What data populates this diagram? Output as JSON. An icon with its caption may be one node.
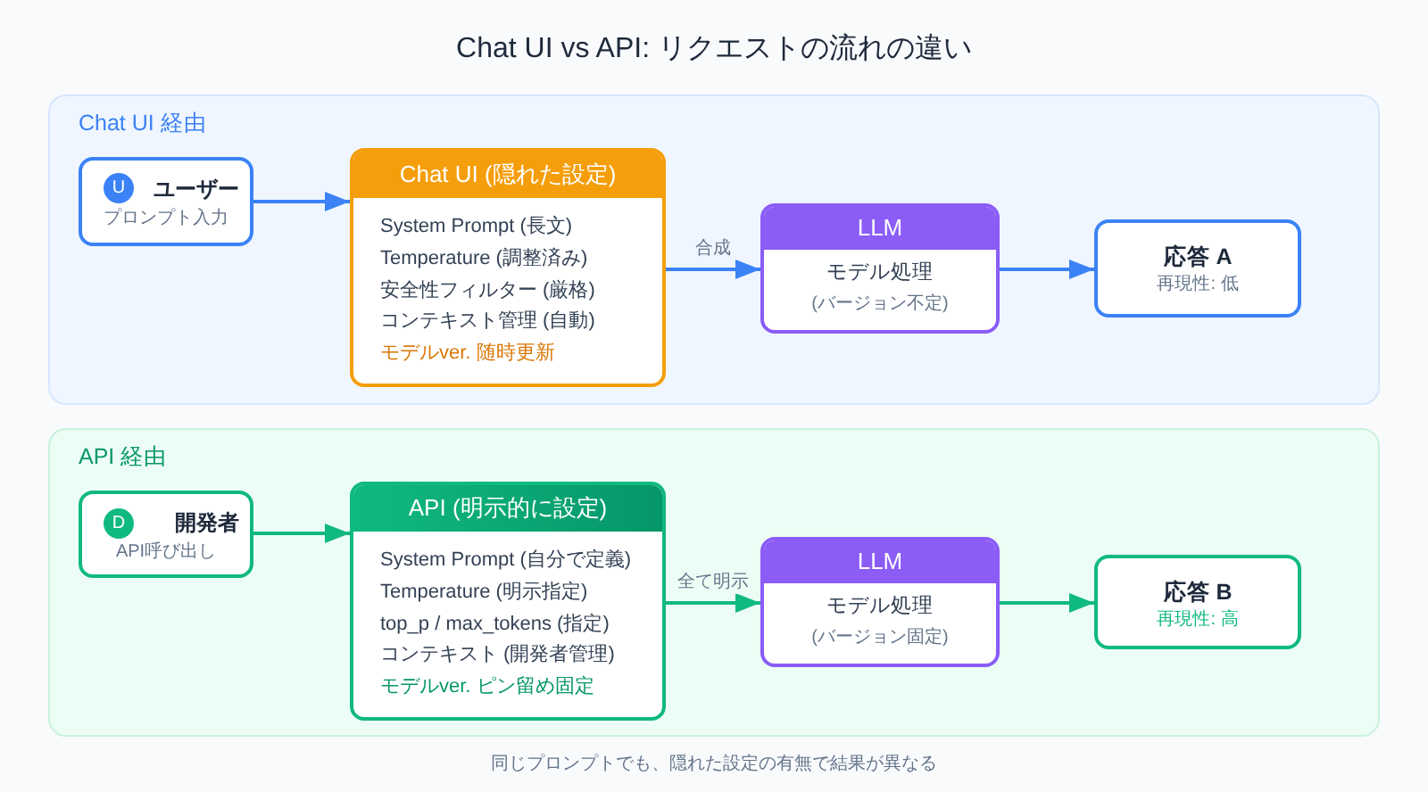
{
  "diagram": {
    "title": "Chat UI vs API: リクエストの流れの違い",
    "nodes": [
      {
        "text": [
          "Chat UI 経由"
        ]
      },
      {
        "text": [
          "ユーザー",
          "プロンプト入力"
        ],
        "in": 0
      },
      {
        "text": [
          "U"
        ],
        "in": 1
      },
      {
        "text": [
          "Chat UI (隠れた設定)",
          "System Prompt (長文)",
          "Temperature (調整済み)",
          "安全性フィルター (厳格)",
          "コンテキスト管理 (自動)",
          "モデルver. 随時更新"
        ],
        "in": 0
      },
      {
        "text": [
          "LLM",
          "モデル処理",
          "(バージョン不定)"
        ],
        "in": 0
      },
      {
        "text": [
          "応答 A",
          "再現性: 低"
        ],
        "in": 0
      },
      {
        "text": [
          "API 経由"
        ]
      },
      {
        "text": [
          "開発者",
          "API呼び出し"
        ],
        "in": 6
      },
      {
        "text": [
          "D"
        ],
        "in": 7
      },
      {
        "text": [
          "API (明示的に設定)",
          "System Prompt (自分で定義)",
          "Temperature (明示指定)",
          "top_p / max_tokens (指定)",
          "コンテキスト (開発者管理)",
          "モデルver. ピン留め固定"
        ],
        "in": 6
      },
      {
        "text": [
          "LLM",
          "モデル処理",
          "(バージョン固定)"
        ],
        "in": 6
      },
      {
        "text": [
          "応答 B",
          "再現性: 高"
        ],
        "in": 6
      }
    ],
    "edges": [
      {
        "from": 1,
        "to": 3,
        "arrow": "to"
      },
      {
        "from": 3,
        "to": 4,
        "arrow": "to",
        "label": "合成"
      },
      {
        "from": 4,
        "to": 5,
        "arrow": "to"
      },
      {
        "from": 7,
        "to": 9,
        "arrow": "to",
        "color": "#10b981"
      },
      {
        "from": 9,
        "to": 10,
        "arrow": "to",
        "label": "全て明示",
        "color": "#10b981"
      },
      {
        "from": 10,
        "to": 11,
        "arrow": "to",
        "color": "#10b981"
      }
    ],
    "caption": "同じプロンプトでも、隠れた設定の有無で結果が異なる"
  }
}
